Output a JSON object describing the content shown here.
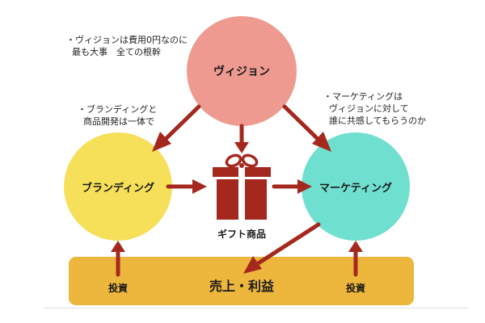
{
  "colors": {
    "vision_circle": "#EE9A90",
    "branding_circle": "#F6E05A",
    "marketing_circle": "#6FE0CF",
    "base_bar": "#EDB63D",
    "arrows": "#A5281E",
    "gift": "#A5281E"
  },
  "nodes": {
    "vision": "ヴィジョン",
    "branding": "ブランディング",
    "marketing": "マーケティング",
    "gift": "ギフト商品",
    "base": "売上・利益",
    "invest_left": "投資",
    "invest_right": "投資"
  },
  "notes": {
    "vision": "・ヴィジョンは費用0円なのに\n  最も大事　全ての根幹",
    "branding": "・ブランディングと\n  商品開発は一体で",
    "marketing": "・マーケティングは\n  ヴィジョンに対して\n  誰に共感してもらうのか"
  },
  "icons": {
    "gift": "gift-box-icon"
  }
}
